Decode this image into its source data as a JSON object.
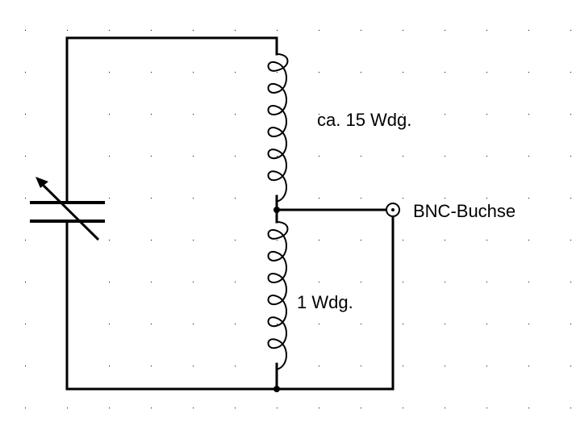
{
  "diagram": {
    "type": "circuit-schematic",
    "colors": {
      "ink": "#000000",
      "background": "#ffffff",
      "grid": "#000000"
    },
    "labels": {
      "upper_coil": "ca. 15 Wdg.",
      "lower_coil": "1 Wdg.",
      "connector": "BNC-Buchse"
    },
    "components": [
      {
        "id": "C1",
        "kind": "variable-capacitor"
      },
      {
        "id": "L1",
        "kind": "inductor",
        "label_ref": "upper_coil"
      },
      {
        "id": "L2",
        "kind": "inductor",
        "label_ref": "lower_coil"
      },
      {
        "id": "J1",
        "kind": "bnc-connector",
        "label_ref": "connector"
      }
    ],
    "connections": [
      [
        "C1.top",
        "L1.top"
      ],
      [
        "L1.bottom",
        "tap-node"
      ],
      [
        "tap-node",
        "L2.top"
      ],
      [
        "tap-node",
        "J1"
      ],
      [
        "L2.bottom",
        "ground-node"
      ],
      [
        "C1.bottom",
        "ground-node"
      ],
      [
        "J1.shield",
        "ground-node"
      ]
    ]
  }
}
